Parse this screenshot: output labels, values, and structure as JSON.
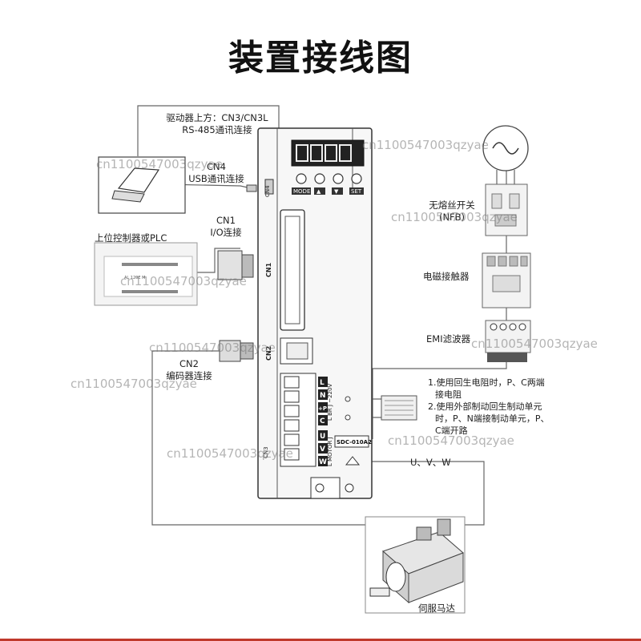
{
  "title": "装置接线图",
  "labels": {
    "rs485_line1": "驱动器上方：CN3/CN3L",
    "rs485_line2": "RS-485通讯连接",
    "cn4": "CN4",
    "usb": "USB通讯连接",
    "cn1": "CN1",
    "io": "I/O连接",
    "plc": "上位控制器或PLC",
    "cn2": "CN2",
    "encoder": "编码器连接",
    "nfb_line1": "无熔丝开关",
    "nfb_line2": "(NFB)",
    "contactor": "电磁接触器",
    "emi": "EMI滤波器",
    "uvw": "U、V、W",
    "motor": "伺服马达",
    "note1_line1": "1.使用回生电阻时，P、C两端",
    "note1_line2": "接电阻",
    "note2_line1": "2.使用外部制动回生制动单元",
    "note2_line2": "时，P、N端接制动单元，P、",
    "note2_line3": "C端开路"
  },
  "drive": {
    "buttons": [
      "MODE",
      "▲",
      "▼",
      "SET"
    ],
    "port_cn4": "CN4",
    "port_cn1": "CN1",
    "port_cn2": "CN2",
    "port_cn3": "CN3",
    "terminals": [
      "L",
      "N",
      "+P",
      "C",
      "U",
      "V",
      "W"
    ],
    "side_label1": "L BR J ~220V",
    "side_label2": "L MOTOR J",
    "model": "SDC-010A2"
  },
  "plc_text": "AL 120E M",
  "watermark": "cn1100547003qzyae",
  "colors": {
    "accent": "#c0392b",
    "line": "#555555"
  }
}
